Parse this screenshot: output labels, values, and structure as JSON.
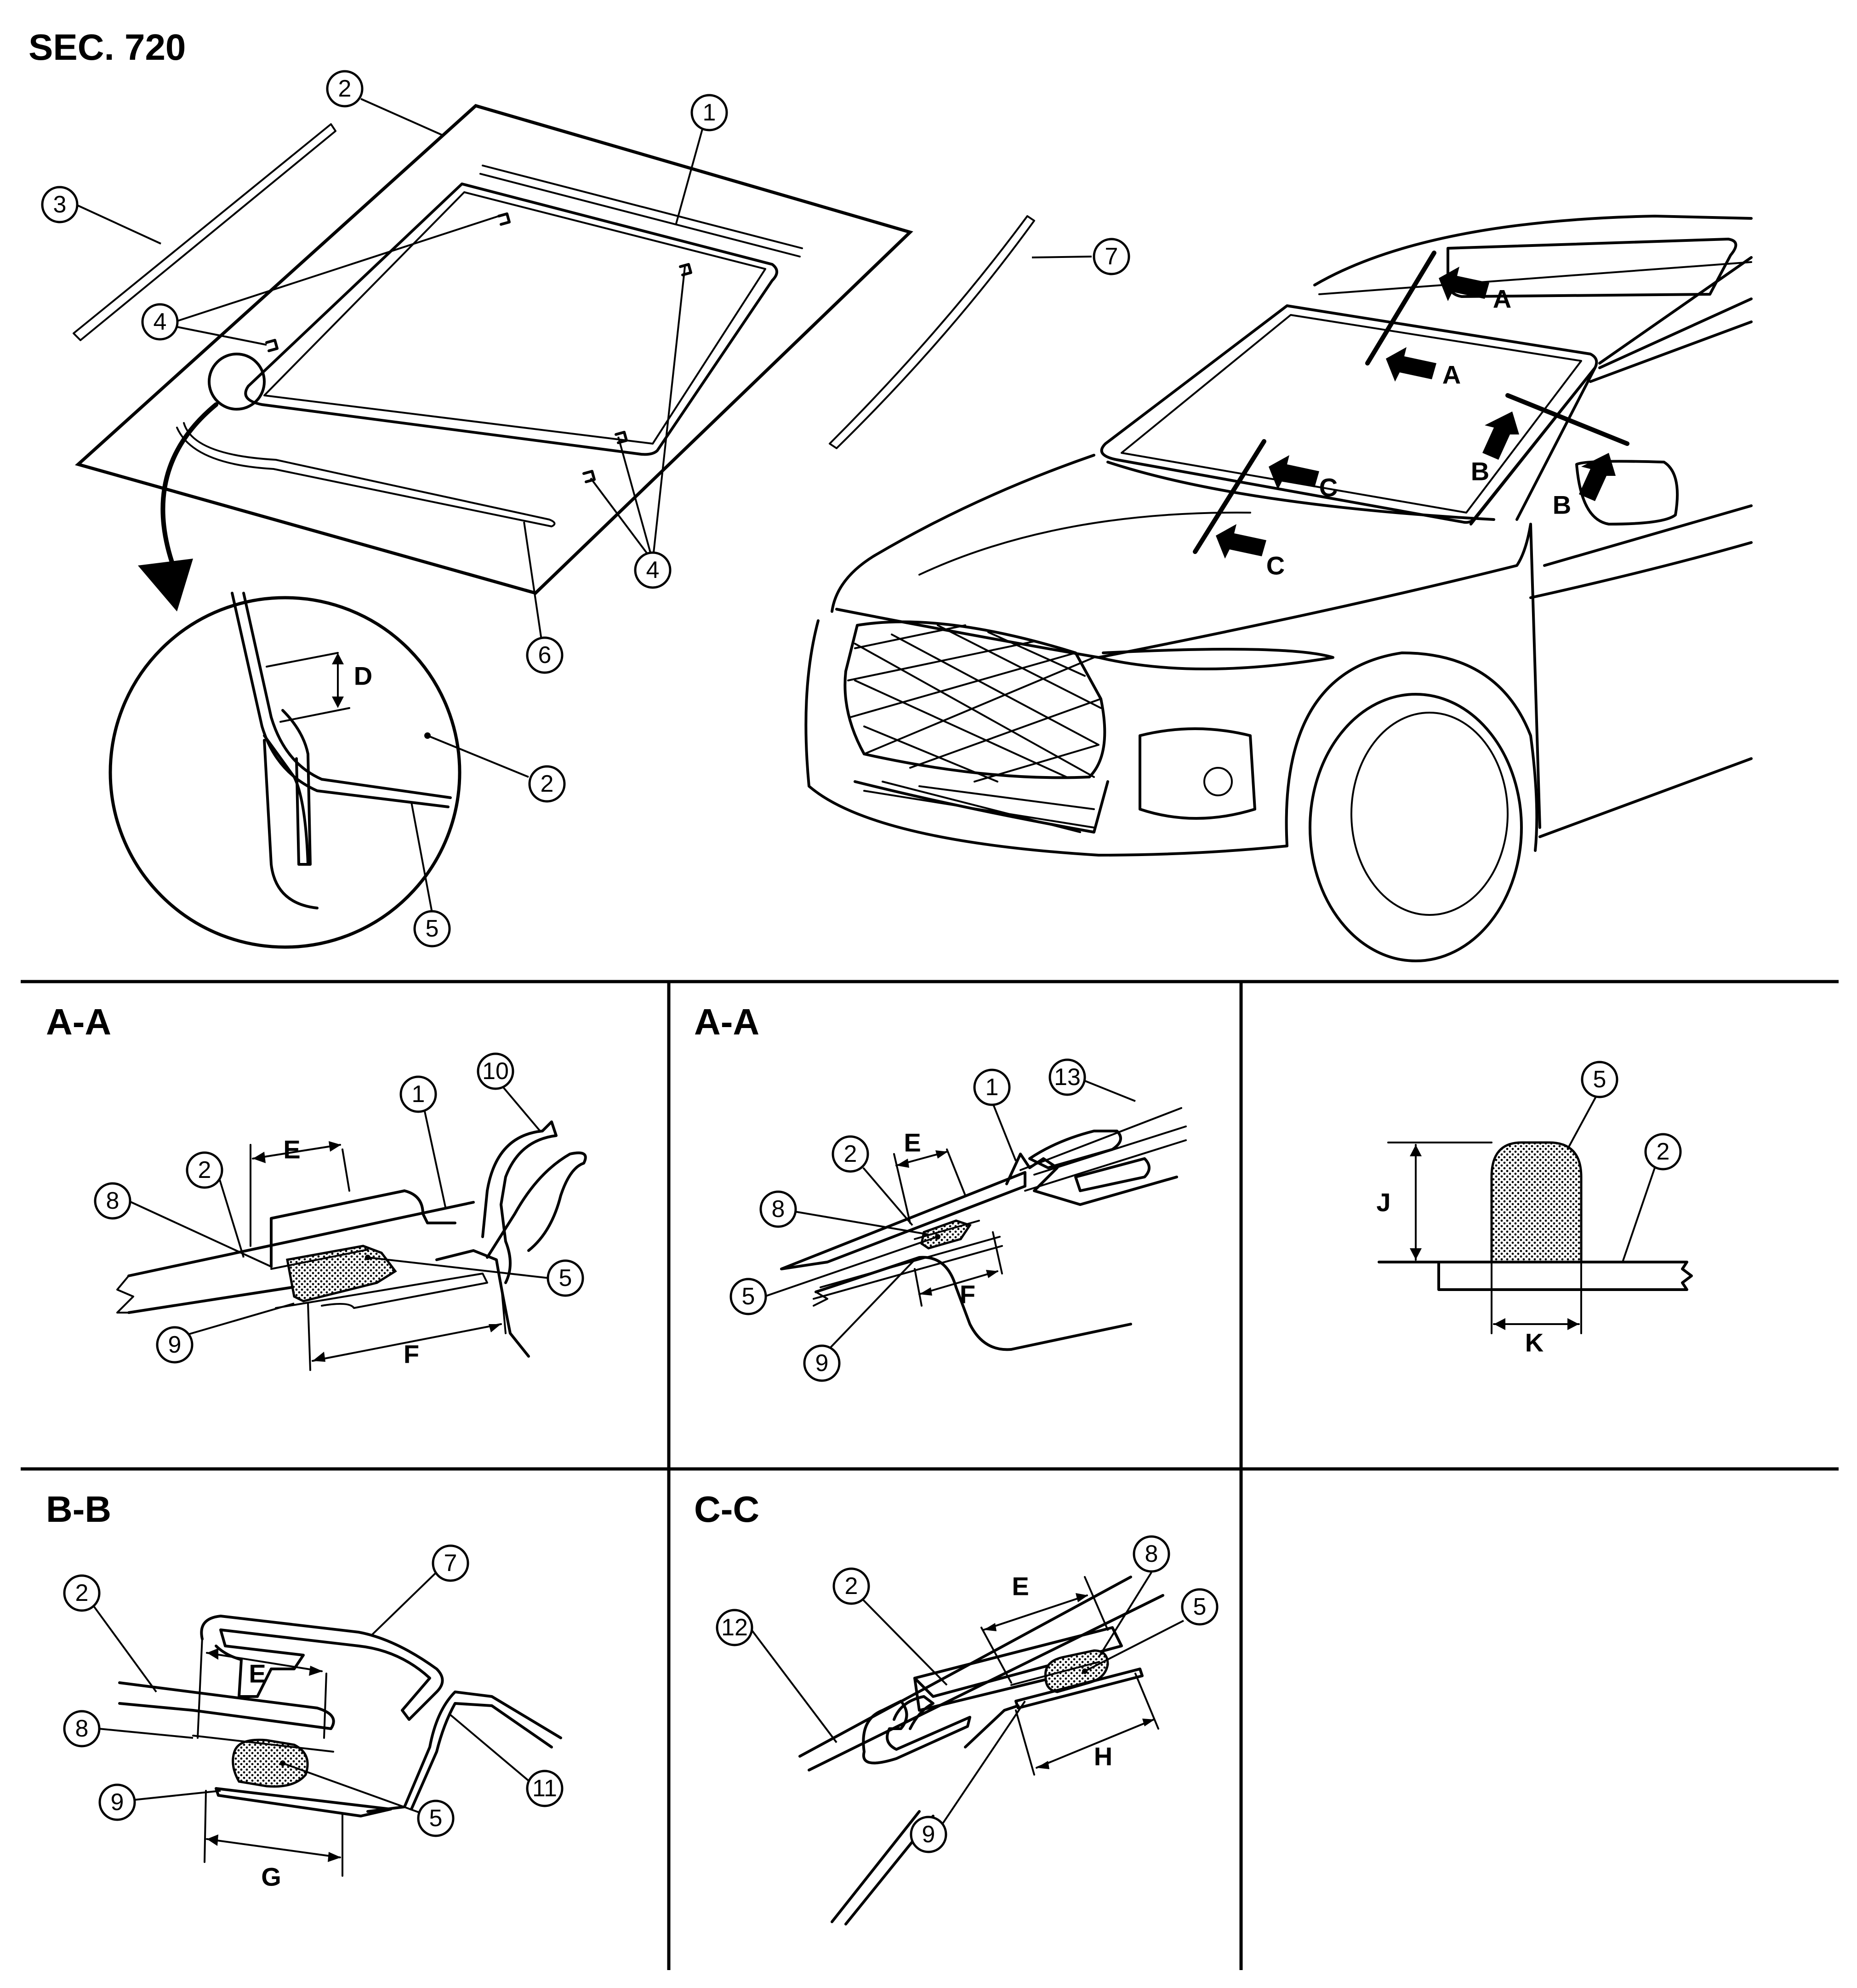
{
  "section_label": "SEC. 720",
  "panels": {
    "p1": {
      "title": "A-A"
    },
    "p2": {
      "title": "A-A"
    },
    "p3": {
      "title": "B-B"
    },
    "p4": {
      "title": "C-C"
    }
  },
  "callouts": {
    "c1": "1",
    "c2": "2",
    "c3": "3",
    "c4": "4",
    "c5": "5",
    "c6": "6",
    "c7": "7",
    "c8": "8",
    "c9": "9",
    "c10": "10",
    "c11": "11",
    "c12": "12",
    "c13": "13"
  },
  "dimension_letters": {
    "A": "A",
    "B": "B",
    "C": "C",
    "D": "D",
    "E": "E",
    "F": "F",
    "G": "G",
    "H": "H",
    "J": "J",
    "K": "K"
  }
}
